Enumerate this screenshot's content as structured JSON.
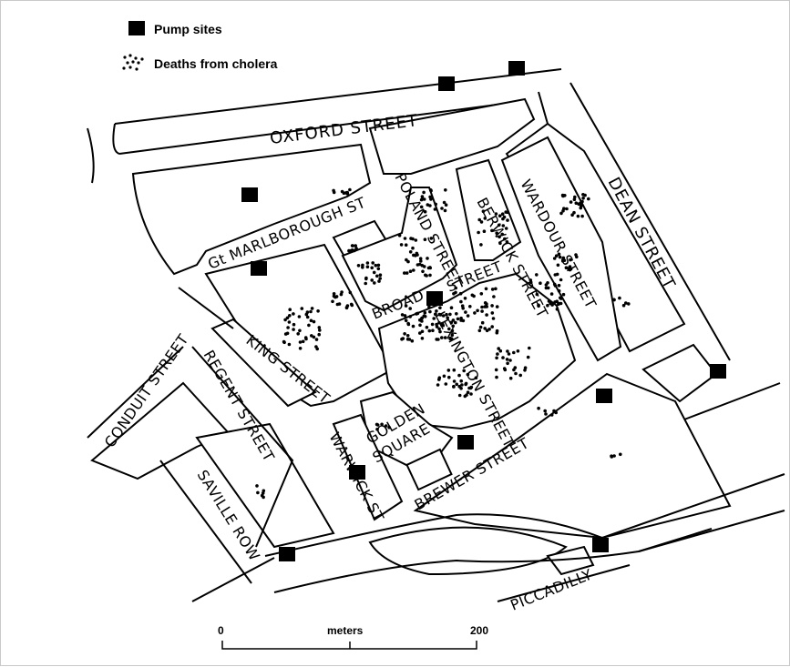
{
  "legend": {
    "pump_label": "Pump sites",
    "deaths_label": "Deaths from cholera"
  },
  "streets": {
    "oxford": "OXFORD STREET",
    "dean": "DEAN STREET",
    "marlborough": "Gt MARLBOROUGH ST",
    "poland": "POLAND STREET",
    "berwick": "BERWICK STREET",
    "wardour": "WARDOUR STREET",
    "broad": "BROAD",
    "street": "STREET",
    "lexington": "LEXINGTON STREET",
    "king": "KING STREET",
    "regent": "REGENT STREET",
    "conduit": "CONDUIT STREET",
    "golden1": "GOLDEN",
    "golden2": "SQUARE",
    "warwick": "WARWICK ST",
    "brewer": "BREWER STREET",
    "saville": "SAVILLE ROW",
    "piccadilly": "PICCADILLY"
  },
  "scale": {
    "start": "0",
    "unit": "meters",
    "end": "200"
  },
  "colors": {
    "ink": "#000000",
    "paper": "#ffffff"
  }
}
